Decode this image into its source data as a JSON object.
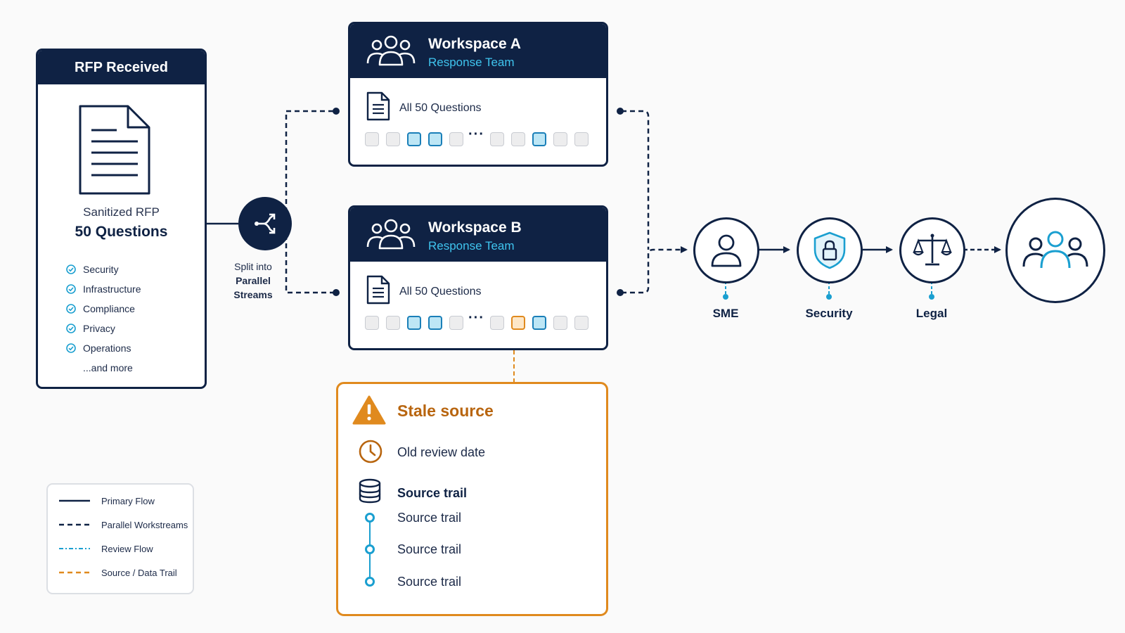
{
  "rfp": {
    "header": "RFP Received",
    "subtitle": "Sanitized RFP",
    "count_label": "50 Questions",
    "topics": [
      "Security",
      "Infrastructure",
      "Compliance",
      "Privacy",
      "Operations"
    ],
    "more_label": "...and more"
  },
  "splitter": {
    "label_line1": "Split into",
    "label_line2": "Parallel",
    "label_line3": "Streams"
  },
  "workspaces": [
    {
      "title": "Workspace A",
      "subtitle": "Response Team",
      "questions_label": "All 50 Questions",
      "squares_before": [
        "plain",
        "plain",
        "highlight",
        "highlight",
        "plain"
      ],
      "squares_after": [
        "plain",
        "plain",
        "highlight",
        "plain",
        "plain"
      ]
    },
    {
      "title": "Workspace B",
      "subtitle": "Response Team",
      "questions_label": "All 50 Questions",
      "squares_before": [
        "plain",
        "plain",
        "highlight",
        "highlight",
        "plain"
      ],
      "squares_after": [
        "plain",
        "flagged",
        "highlight",
        "plain",
        "plain"
      ]
    }
  ],
  "ellipsis": "···",
  "review_chain": [
    {
      "label": "SME",
      "icon": "user-icon"
    },
    {
      "label": "Security",
      "icon": "shield-lock-icon"
    },
    {
      "label": "Legal",
      "icon": "scales-icon"
    }
  ],
  "final_node_icon": "team-icon",
  "stale_source": {
    "title": "Stale source",
    "review_date_label": "Old review date",
    "trail_heading": "Source trail",
    "trail_items": [
      "Source trail",
      "Source trail",
      "Source trail"
    ]
  },
  "legend": {
    "items": [
      {
        "label": "Primary Flow",
        "style": "solid",
        "color": "#0f2244"
      },
      {
        "label": "Parallel Workstreams",
        "style": "dashed",
        "color": "#0f2244"
      },
      {
        "label": "Review Flow",
        "style": "dash-dot",
        "color": "#1a9fd0"
      },
      {
        "label": "Source / Data Trail",
        "style": "dashed",
        "color": "#e08a1e"
      }
    ]
  },
  "colors": {
    "navy": "#0f2244",
    "cyan": "#1a9fd0",
    "orange": "#e08a1e",
    "background": "#fafafa"
  }
}
